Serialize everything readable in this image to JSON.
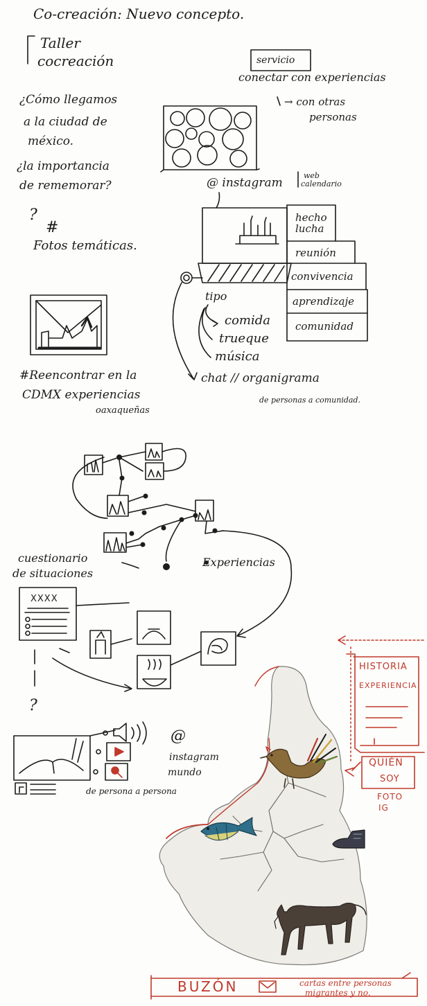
{
  "sketch1": {
    "title": "Co-creación: Nuevo concepto.",
    "taller_line1": "Taller",
    "taller_line2": "cocreación",
    "q1_line1": "¿Cómo llegamos",
    "q1_line2": "a la ciudad de",
    "q1_line3": "méxico.",
    "q2_line1": "¿la importancia",
    "q2_line2": "de rememorar?",
    "question_mark": "?",
    "hash": "#",
    "fotos": "Fotos temáticas.",
    "servicio": "servicio",
    "conectar": "conectar con experiencias",
    "con_otras_line1": "→ con otras",
    "con_otras_line2": "personas",
    "instagram_web": "@ instagram",
    "web_label": "web",
    "web_sub": "calendario",
    "tags": [
      "hecho lucha",
      "reunión",
      "convivencia",
      "aprendizaje",
      "comunidad"
    ],
    "tipo": "tipo",
    "branches": [
      "comida",
      "trueque",
      "música"
    ],
    "chat": "chat // organigrama",
    "chat_sub": "de personas a comunidad.",
    "hashtag_line1": "#Reencontrar en la",
    "hashtag_line2": "CDMX experiencias",
    "hashtag_line3": "oaxaqueñas"
  },
  "sketch2": {
    "cuestionario_line1": "cuestionario",
    "cuestionario_line2": "de situaciones",
    "xxxx": "XXXX",
    "experiencias": "Experiencias",
    "question": "?",
    "at": "@",
    "instagram": "instagram",
    "mundo": "mundo",
    "persona": "de persona a persona"
  },
  "sketch3": {
    "historia_line1": "HISTORIA",
    "historia_line2": "EXPERIENCIA",
    "quien_line1": "QUIÉN",
    "quien_line2": "SOY",
    "quien_line3": "FOTO",
    "quien_line4": "IG",
    "buzon": "BUZÓN",
    "cartas_line1": "cartas entre personas",
    "cartas_line2": "migrantes y no."
  },
  "colors": {
    "ink": "#1c1c1c",
    "red": "#c0392b",
    "map": "#e9e7e2",
    "fish": "#2f6f8a",
    "bird": "#8a6b3a",
    "horse": "#4a4038"
  }
}
